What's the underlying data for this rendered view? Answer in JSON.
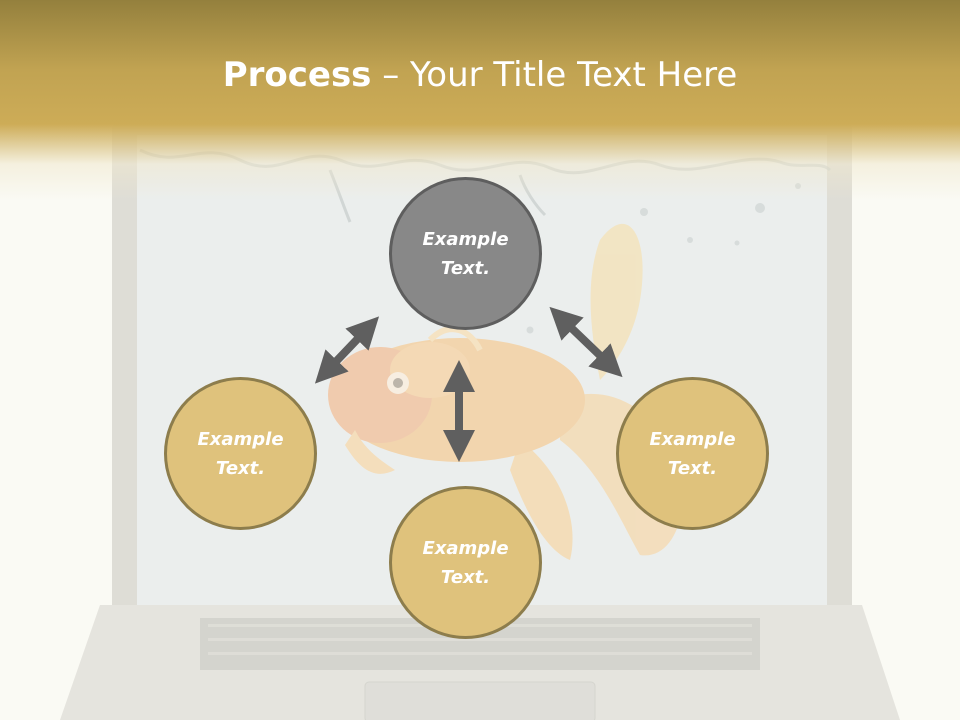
{
  "slide": {
    "title_bold": "Process",
    "title_rest": " – Your Title Text Here"
  },
  "nodes": [
    {
      "id": "top",
      "text": "Example Text.",
      "color": "#888888"
    },
    {
      "id": "left",
      "text": "Example Text.",
      "color": "#dfc27c"
    },
    {
      "id": "right",
      "text": "Example Text.",
      "color": "#dfc27c"
    },
    {
      "id": "bottom",
      "text": "Example Text.",
      "color": "#dfc27c"
    }
  ],
  "colors": {
    "header_gold": "#cdac57",
    "arrow": "#5f5f5f",
    "node_border_gold": "#8d7d4c"
  },
  "background_image": "laptop-with-goldfish-on-screen"
}
